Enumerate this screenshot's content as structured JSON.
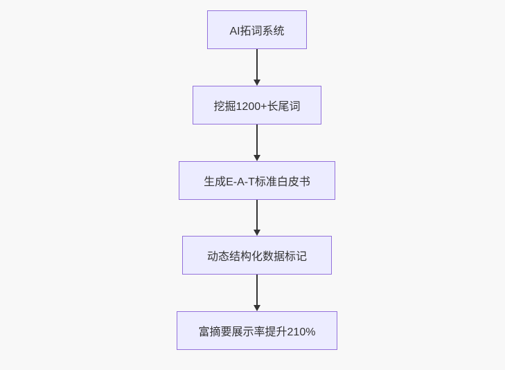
{
  "diagram": {
    "type": "flowchart-top-down",
    "nodes": [
      {
        "id": "1",
        "label": "AI拓词系统"
      },
      {
        "id": "2",
        "label": "挖掘1200+长尾词"
      },
      {
        "id": "3",
        "label": "生成E-A-T标准白皮书"
      },
      {
        "id": "4",
        "label": "动态结构化数据标记"
      },
      {
        "id": "5",
        "label": "富摘要展示率提升210%"
      }
    ],
    "edges": [
      {
        "from": "1",
        "to": "2"
      },
      {
        "from": "2",
        "to": "3"
      },
      {
        "from": "3",
        "to": "4"
      },
      {
        "from": "4",
        "to": "5"
      }
    ],
    "colors": {
      "background": "#f8f8f8",
      "node_fill": "#ECECFF",
      "node_border": "#9370DB",
      "arrow": "#333333",
      "text": "#333333"
    }
  }
}
